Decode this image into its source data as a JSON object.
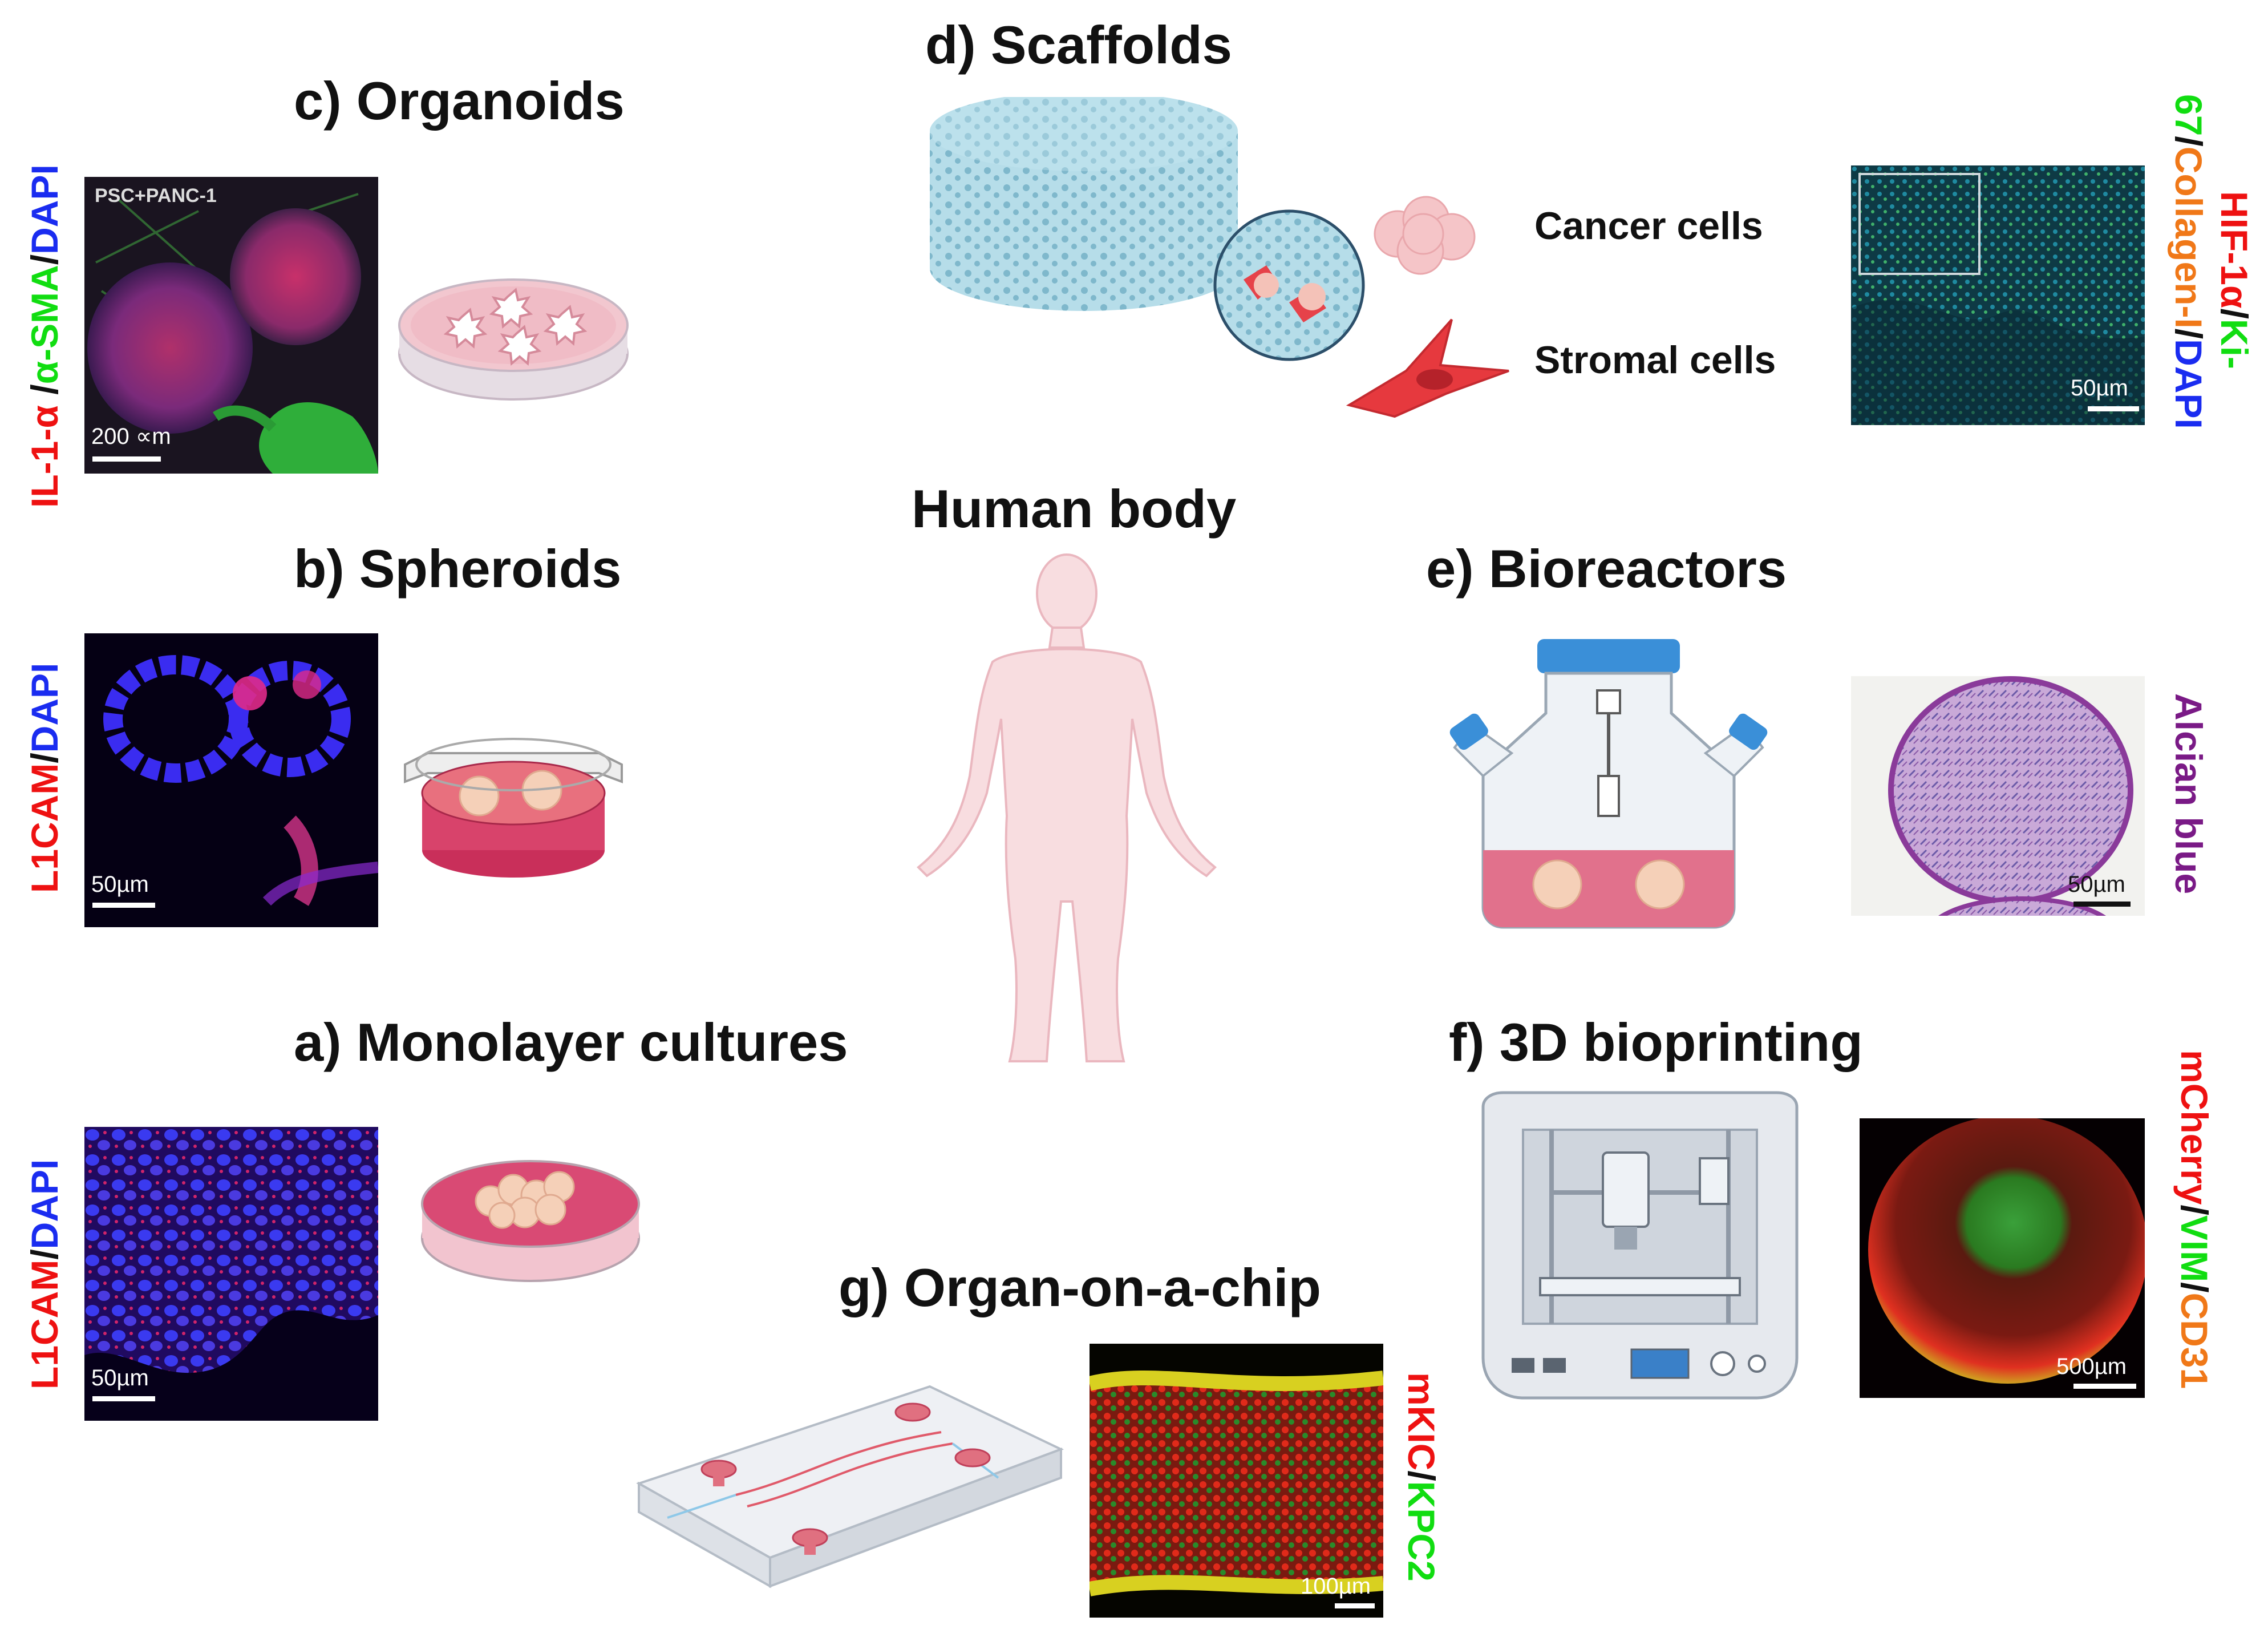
{
  "titles": {
    "organoids": "c) Organoids",
    "scaffolds": "d) Scaffolds",
    "human_body": "Human body",
    "spheroids": "b) Spheroids",
    "bioreactors": "e) Bioreactors",
    "monolayer": "a) Monolayer cultures",
    "bioprinting": "f) 3D bioprinting",
    "organ_chip": "g) Organ-on-a-chip"
  },
  "scaffold_labels": {
    "cancer": "Cancer cells",
    "stromal": "Stromal cells"
  },
  "organoid_panel": {
    "inset_label": "PSC+PANC-1",
    "scale": "200 ∝m",
    "stain": [
      {
        "text": "IL-1-α",
        "color": "red"
      },
      {
        "text": " /",
        "color": "black"
      },
      {
        "text": "α-SMA",
        "color": "green"
      },
      {
        "text": "/",
        "color": "black"
      },
      {
        "text": "DAPI",
        "color": "blue"
      }
    ]
  },
  "spheroid_panel": {
    "scale": "50µm",
    "stain": [
      {
        "text": "L1CAM",
        "color": "red"
      },
      {
        "text": "/",
        "color": "black"
      },
      {
        "text": "DAPI",
        "color": "blue"
      }
    ]
  },
  "monolayer_panel": {
    "scale": "50µm",
    "stain": [
      {
        "text": "L1CAM",
        "color": "red"
      },
      {
        "text": "/",
        "color": "black"
      },
      {
        "text": "DAPI",
        "color": "blue"
      }
    ]
  },
  "scaffold_panel": {
    "scale": "50µm",
    "stain_line1": [
      {
        "text": "HIF-1α",
        "color": "red"
      },
      {
        "text": "/",
        "color": "black"
      },
      {
        "text": "Ki-",
        "color": "green"
      }
    ],
    "stain_line2": [
      {
        "text": "67",
        "color": "green"
      },
      {
        "text": "/",
        "color": "black"
      },
      {
        "text": "Collagen-I",
        "color": "orange"
      },
      {
        "text": "/",
        "color": "black"
      },
      {
        "text": "DAPI",
        "color": "blue"
      }
    ]
  },
  "bioreactor_panel": {
    "scale": "50µm",
    "stain": [
      {
        "text": "Alcian blue",
        "color": "purple"
      }
    ]
  },
  "bioprinting_panel": {
    "scale": "500µm",
    "stain": [
      {
        "text": "mCherry",
        "color": "red"
      },
      {
        "text": "/",
        "color": "black"
      },
      {
        "text": "VIM",
        "color": "green"
      },
      {
        "text": "/",
        "color": "black"
      },
      {
        "text": "CD31",
        "color": "orange"
      }
    ]
  },
  "chip_panel": {
    "scale": "100µm",
    "stain": [
      {
        "text": "mKIC",
        "color": "red"
      },
      {
        "text": "/",
        "color": "black"
      },
      {
        "text": "KPC2",
        "color": "green"
      }
    ]
  }
}
